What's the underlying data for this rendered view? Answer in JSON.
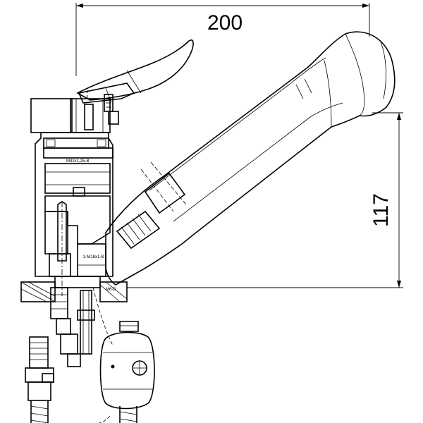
{
  "dimensions": {
    "width_label": "200",
    "height_label": "117"
  },
  "thread_labels": {
    "body_thread": "M42x1,25-B",
    "inner_thread": "3-M18x1-B",
    "base_thread": "M6-B"
  },
  "icons": {
    "mixer": "faucet-cross-section",
    "spray": "pull-out-spray-head",
    "hose": "flexible-hose"
  }
}
